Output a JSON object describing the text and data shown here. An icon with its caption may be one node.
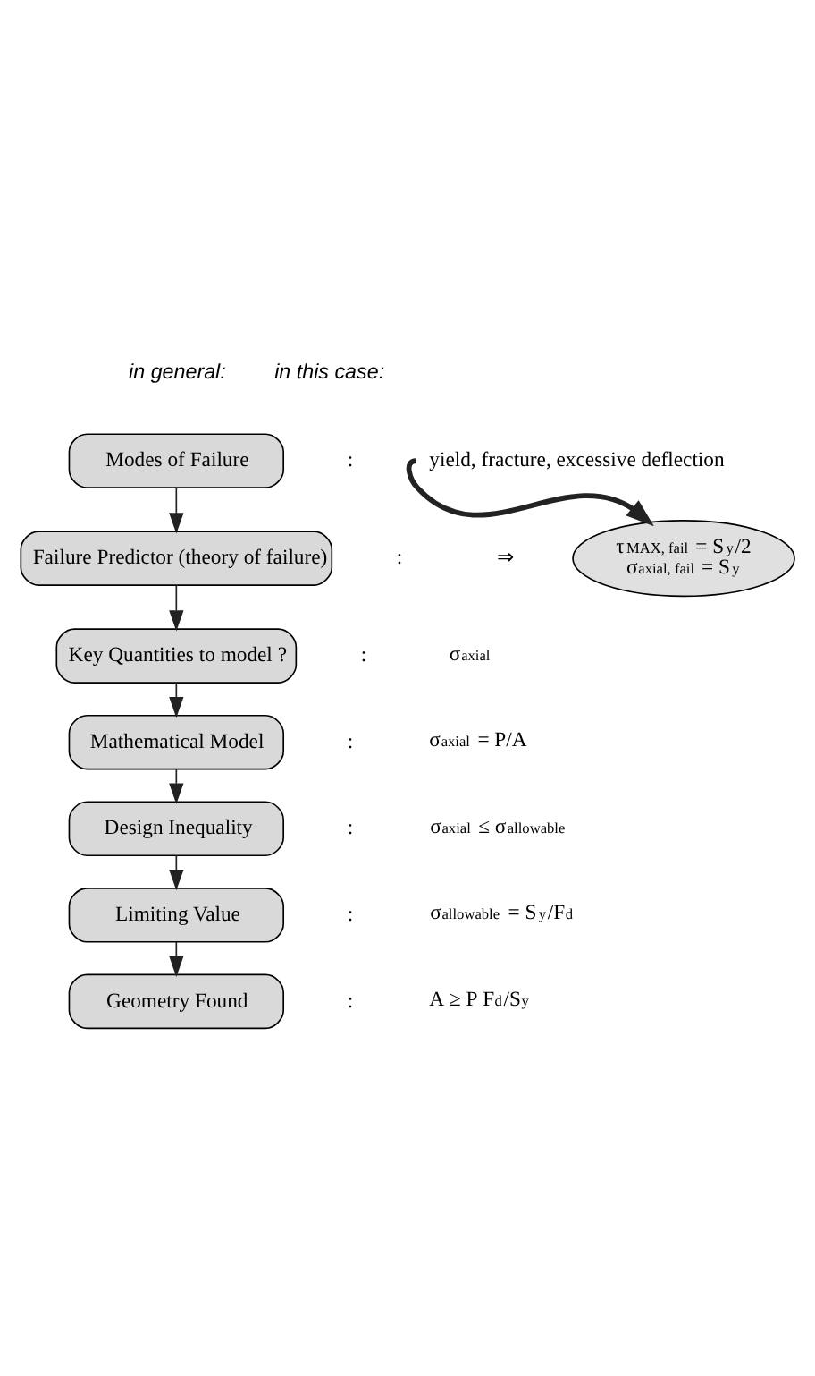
{
  "diagram": {
    "nodes": [
      {
        "text": [
          "Modes of Failure"
        ]
      },
      {
        "text": [
          "Failure Predictor (theory of failure)"
        ]
      },
      {
        "text": [
          "Key Quantities to model ?"
        ]
      },
      {
        "text": [
          "Mathematical Model"
        ]
      },
      {
        "text": [
          "Design Inequality"
        ]
      },
      {
        "text": [
          "Limiting Value"
        ]
      },
      {
        "text": [
          "Geometry Found"
        ]
      },
      {
        "text": [
          "yield, fracture, excessive deflection"
        ]
      },
      {
        "text": [
          "τ$_{MAX, fail}$ = S$_{y}$/2",
          "σ$_{axial, fail}$ = S$_{y}$"
        ]
      }
    ],
    "edges": [
      {
        "from": 0,
        "to": 1,
        "arrow": "to"
      },
      {
        "from": 1,
        "to": 2,
        "arrow": "to"
      },
      {
        "from": 2,
        "to": 3,
        "arrow": "to"
      },
      {
        "from": 3,
        "to": 4,
        "arrow": "to"
      },
      {
        "from": 4,
        "to": 5,
        "arrow": "to"
      },
      {
        "from": 5,
        "to": 6,
        "arrow": "to"
      },
      {
        "from": 7,
        "to": 8,
        "arrow": "to",
        "style": "thick"
      }
    ],
    "labels": [
      "in general:",
      "in this case:",
      ":",
      ":",
      "⇒",
      ":",
      "σ$_{axial}$",
      ":",
      "σ$_{axial}$ = P/A",
      ":",
      "σ$_{axial}$ ≤ σ$_{allowable}$",
      ":",
      "σ$_{allowable}$ = S$_{y}$/F$_{d}$",
      ":",
      "A ≥ P F$_{d}$/S$_{y}$"
    ]
  }
}
